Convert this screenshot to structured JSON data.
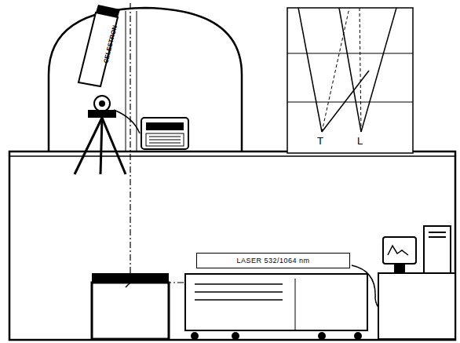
{
  "diagram": {
    "nodes": [
      {
        "text": [
          "LASER 532/1064 nm"
        ]
      }
    ],
    "labels": [
      "CELESTRON",
      "T",
      "L"
    ]
  }
}
